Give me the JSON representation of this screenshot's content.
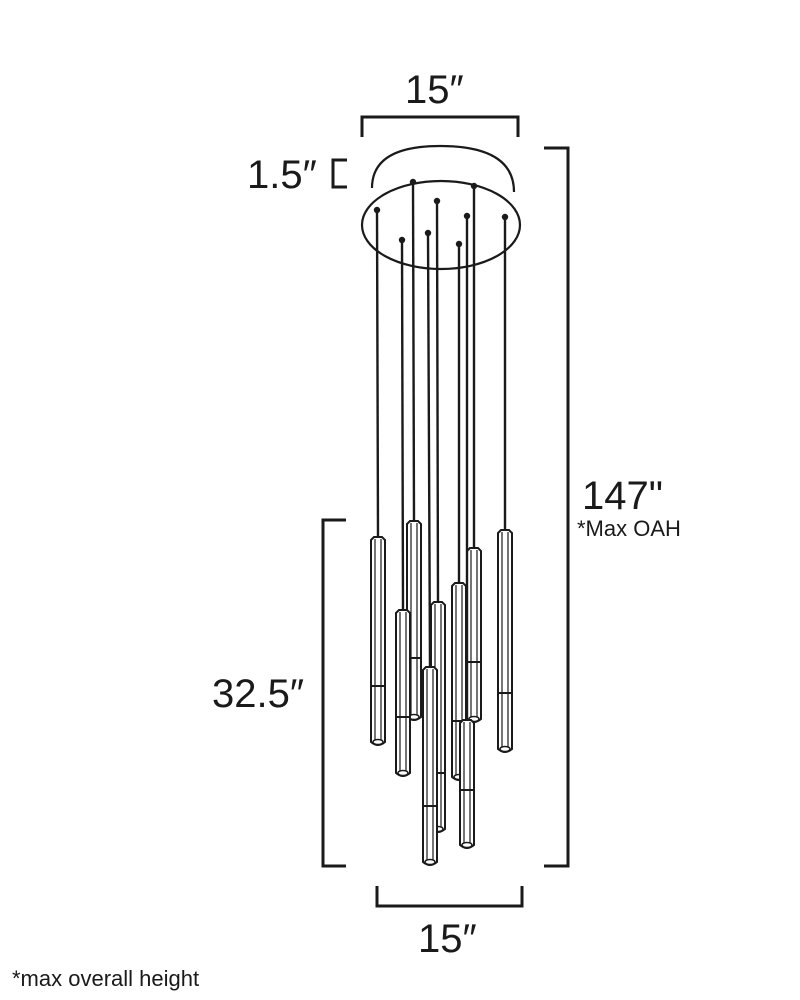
{
  "dimensions": {
    "canopy_width": "15″",
    "canopy_height": "1.5″",
    "max_overall_height": "147\"",
    "max_oah_note": "*Max OAH",
    "cluster_height": "32.5″",
    "cluster_width": "15″"
  },
  "footnote": "*max overall height",
  "line_color": "#1a1a1a",
  "pendant_count": 9
}
